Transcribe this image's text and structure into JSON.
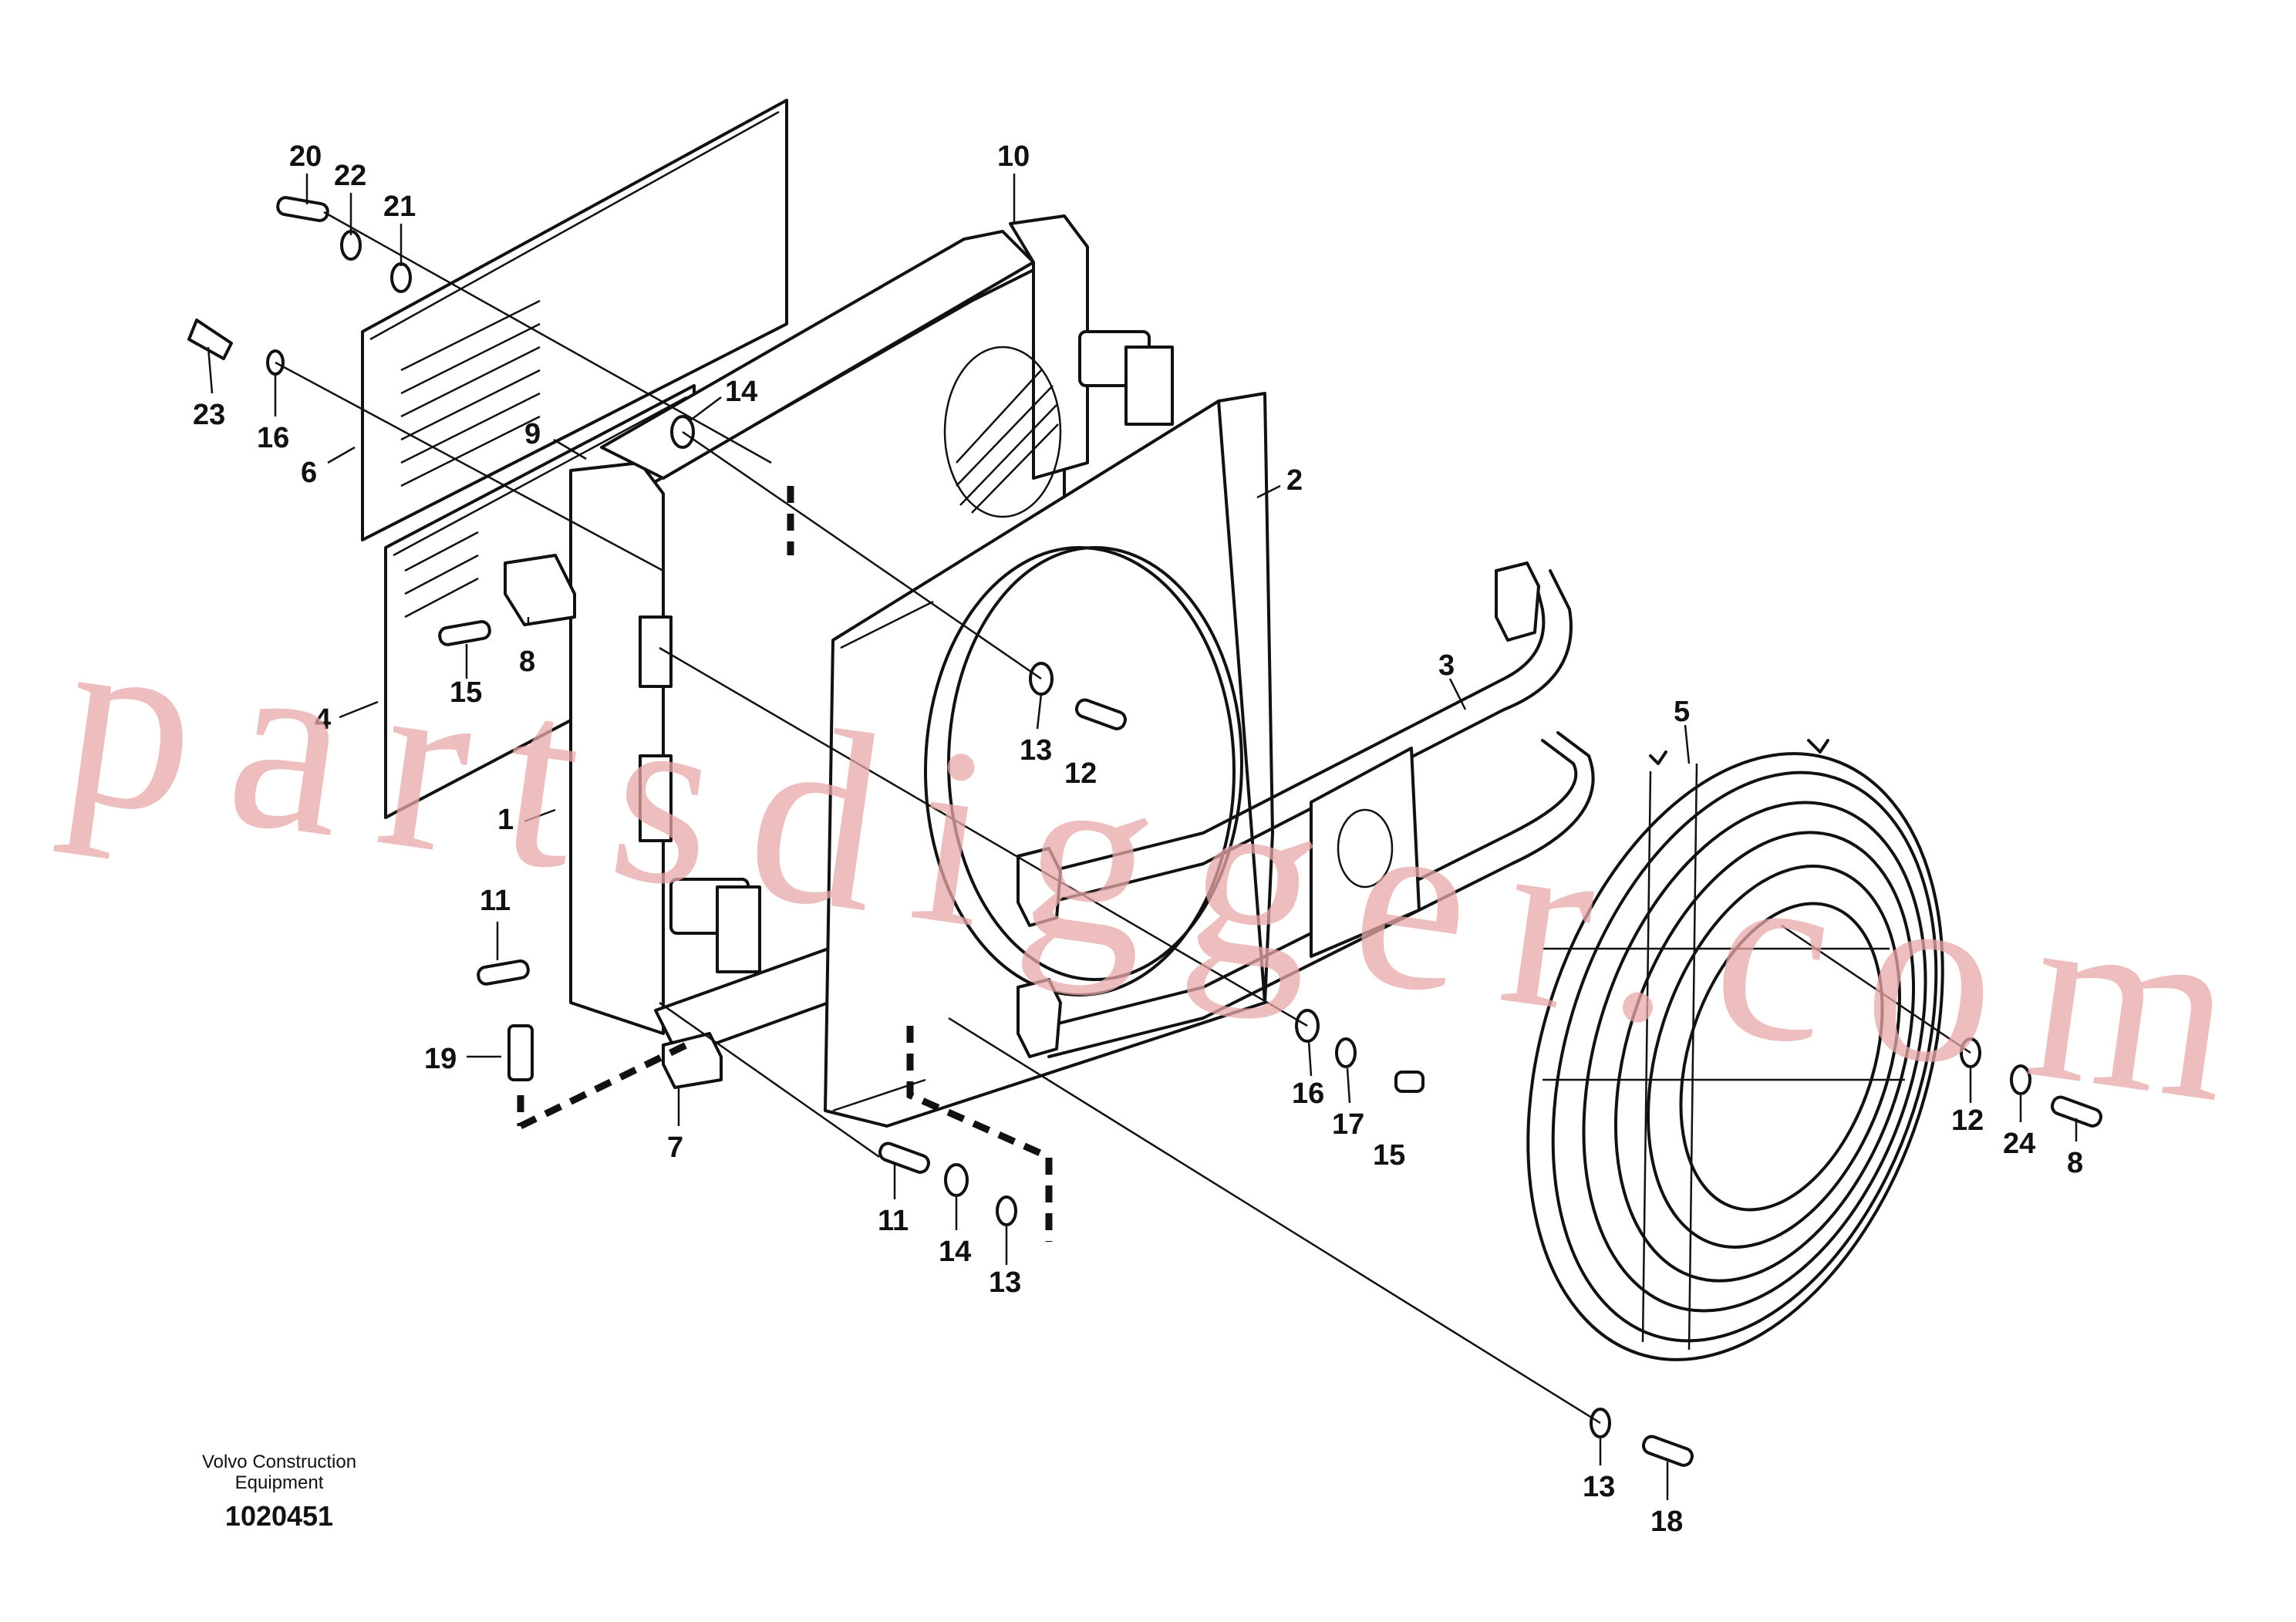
{
  "watermark": "partsdigger.com",
  "footer": {
    "company_line1": "Volvo Construction",
    "company_line2": "Equipment",
    "drawing_number": "1020451"
  },
  "callouts": {
    "c20": "20",
    "c22": "22",
    "c21": "21",
    "c10": "10",
    "c23": "23",
    "c16a": "16",
    "c6": "6",
    "c9": "9",
    "c14a": "14",
    "c2": "2",
    "c4": "4",
    "c15a": "15",
    "c8a": "8",
    "c13a": "13",
    "c12a": "12",
    "c3": "3",
    "c5": "5",
    "c1": "1",
    "c11a": "11",
    "c19": "19",
    "c7": "7",
    "c11b": "11",
    "c14b": "14",
    "c13b": "13",
    "c16b": "16",
    "c17": "17",
    "c15b": "15",
    "c12b": "12",
    "c24": "24",
    "c8b": "8",
    "c13c": "13",
    "c18": "18"
  }
}
